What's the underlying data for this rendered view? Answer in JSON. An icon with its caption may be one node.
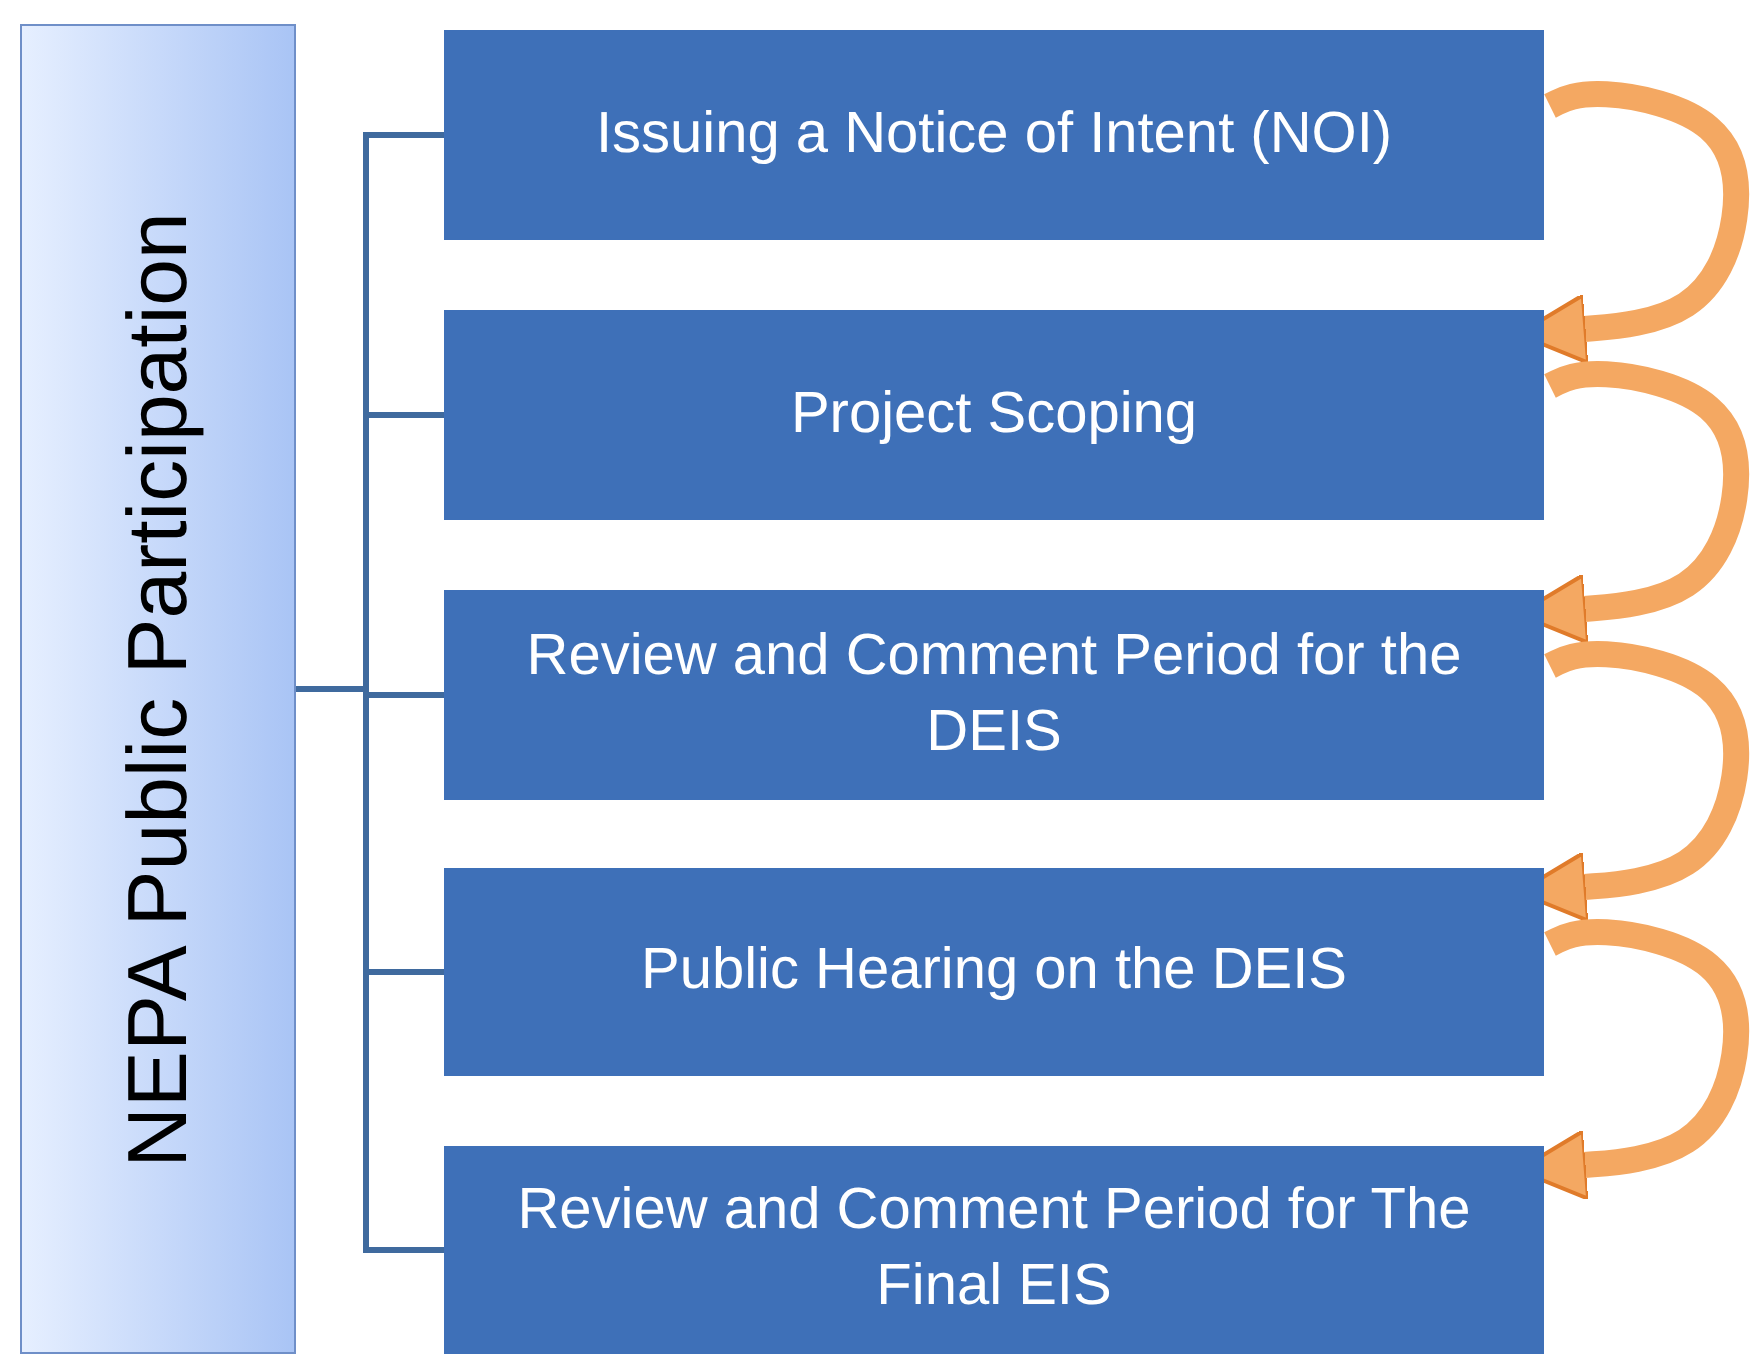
{
  "diagram": {
    "nodes": [
      {
        "text": [
          "NEPA Public Participation"
        ]
      },
      {
        "text": [
          "Issuing a Notice of Intent (NOI)"
        ]
      },
      {
        "text": [
          "Project Scoping"
        ]
      },
      {
        "text": [
          "Review and Comment Period for the DEIS"
        ]
      },
      {
        "text": [
          "Public Hearing on the DEIS"
        ]
      },
      {
        "text": [
          "Review and Comment Period for The Final EIS"
        ]
      }
    ],
    "edges": [
      {
        "from": 0,
        "to": 1,
        "arrow": "none"
      },
      {
        "from": 0,
        "to": 2,
        "arrow": "none"
      },
      {
        "from": 0,
        "to": 3,
        "arrow": "none"
      },
      {
        "from": 0,
        "to": 4,
        "arrow": "none"
      },
      {
        "from": 0,
        "to": 5,
        "arrow": "none"
      },
      {
        "from": 1,
        "to": 2,
        "arrow": "to",
        "style": "thick",
        "color": "#f4a862"
      },
      {
        "from": 2,
        "to": 3,
        "arrow": "to",
        "style": "thick",
        "color": "#f4a862"
      },
      {
        "from": 3,
        "to": 4,
        "arrow": "to",
        "style": "thick",
        "color": "#f4a862"
      },
      {
        "from": 4,
        "to": 5,
        "arrow": "to",
        "style": "thick",
        "color": "#f4a862"
      }
    ]
  }
}
